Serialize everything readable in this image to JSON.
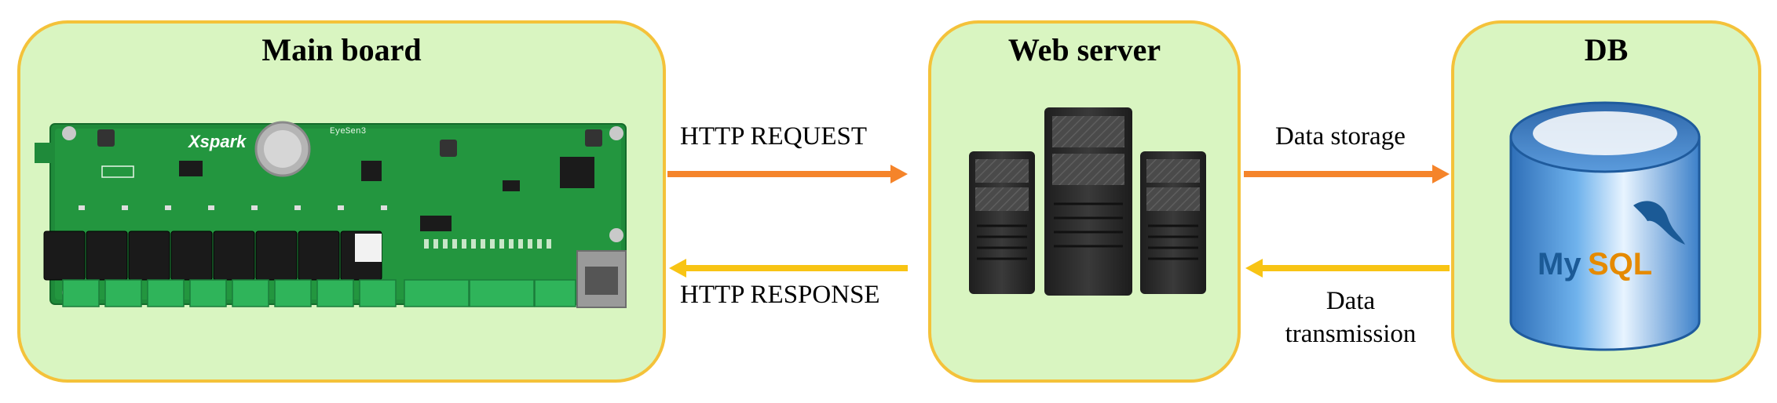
{
  "panels": {
    "main_board": {
      "title": "Main board"
    },
    "web_server": {
      "title": "Web server"
    },
    "db": {
      "title": "DB"
    }
  },
  "board": {
    "brand": "Xspark",
    "model": "EyeSen3"
  },
  "database": {
    "logo_text_my": "My",
    "logo_text_sql": "SQL"
  },
  "arrows": {
    "http_request": {
      "label": "HTTP REQUEST",
      "color": "#f5842a"
    },
    "http_response": {
      "label": "HTTP RESPONSE",
      "color": "#f8c414"
    },
    "data_storage": {
      "label": "Data storage",
      "color": "#f5842a"
    },
    "data_transmission": {
      "label_line1": "Data",
      "label_line2": "transmission",
      "color": "#f8c414"
    }
  },
  "colors": {
    "panel_fill": "#d9f5c1",
    "panel_border": "#f4c23a",
    "pcb_green": "#1f8a3a",
    "server_dark": "#2b2b2b",
    "db_blue": "#3a7fc8"
  }
}
